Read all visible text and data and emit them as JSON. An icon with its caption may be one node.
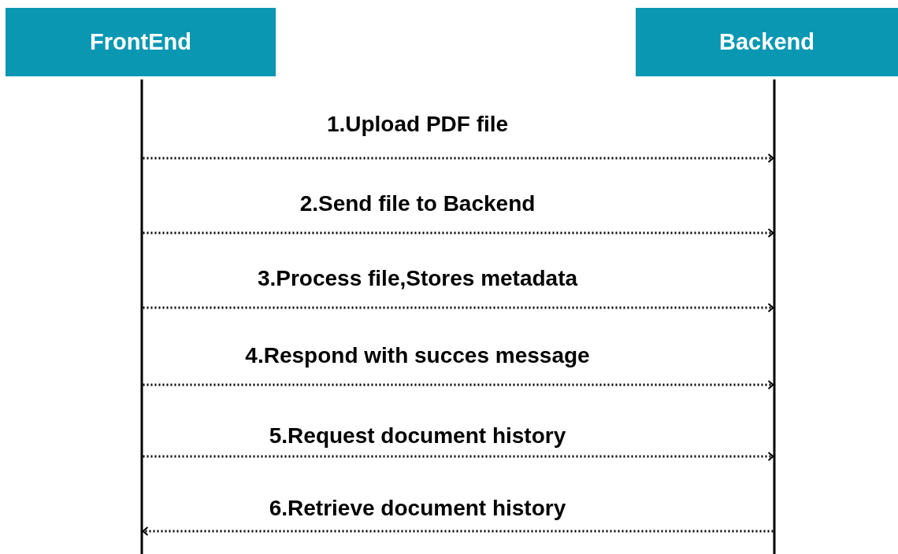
{
  "diagram": {
    "nodes": [
      {
        "text": [
          "FrontEnd"
        ]
      },
      {
        "text": [
          "Backend"
        ]
      }
    ],
    "edges": [
      {
        "from": 0,
        "to": 1,
        "arrow": "to",
        "label": "1.Upload PDF file",
        "style": "dashed"
      },
      {
        "from": 0,
        "to": 1,
        "arrow": "to",
        "label": "2.Send file to Backend",
        "style": "dashed"
      },
      {
        "from": 0,
        "to": 1,
        "arrow": "to",
        "label": "3.Process file,Stores metadata",
        "style": "dashed"
      },
      {
        "from": 0,
        "to": 1,
        "arrow": "to",
        "label": "4.Respond with succes message",
        "style": "dashed"
      },
      {
        "from": 0,
        "to": 1,
        "arrow": "to",
        "label": "5.Request document history",
        "style": "dashed"
      },
      {
        "from": 1,
        "to": 0,
        "arrow": "to",
        "label": "6.Retrieve document history",
        "style": "dashed"
      }
    ]
  }
}
